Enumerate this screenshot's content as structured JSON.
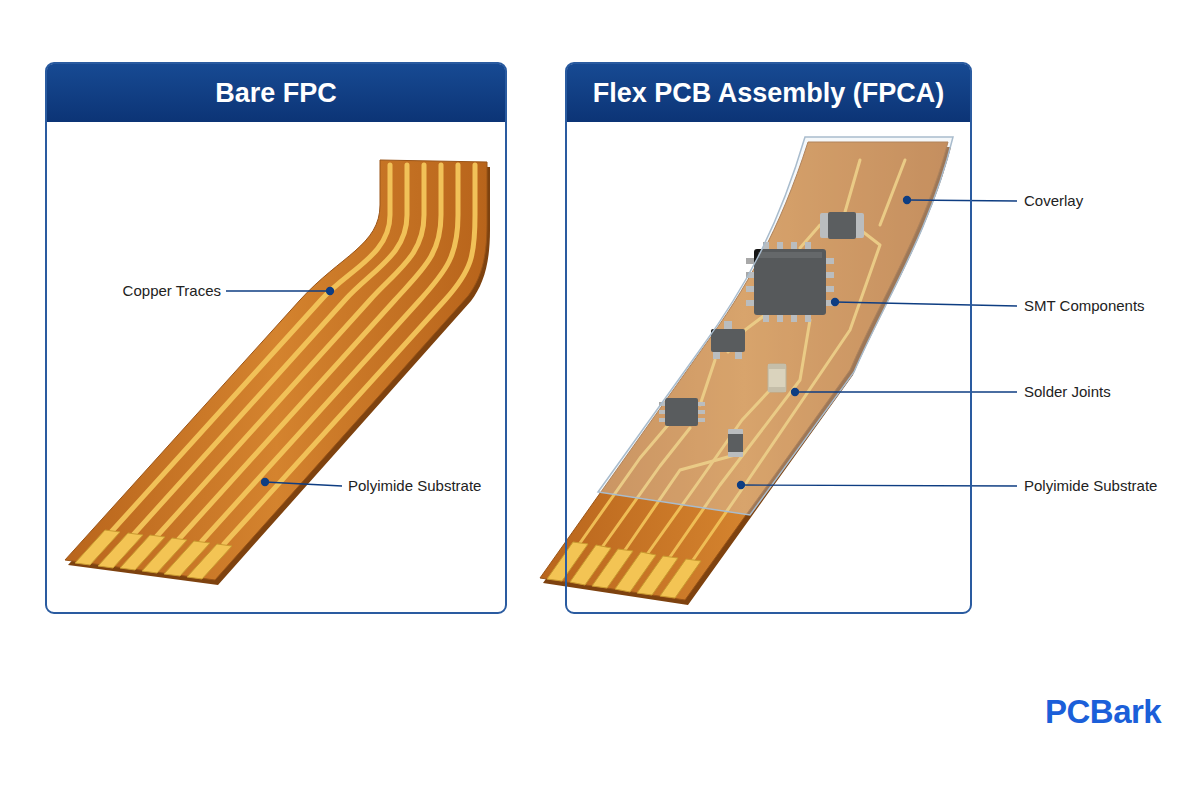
{
  "diagram": {
    "nodes": [
      {
        "text": [
          "Bare FPC"
        ]
      },
      {
        "text": [
          "Flex PCB Assembly (FPCA)"
        ]
      }
    ],
    "labels": [
      "Copper Traces",
      "Polyimide Substrate",
      "Coverlay",
      "SMT Components",
      "Solder Joints",
      "Polyimide Substrate",
      "PCBark"
    ]
  }
}
